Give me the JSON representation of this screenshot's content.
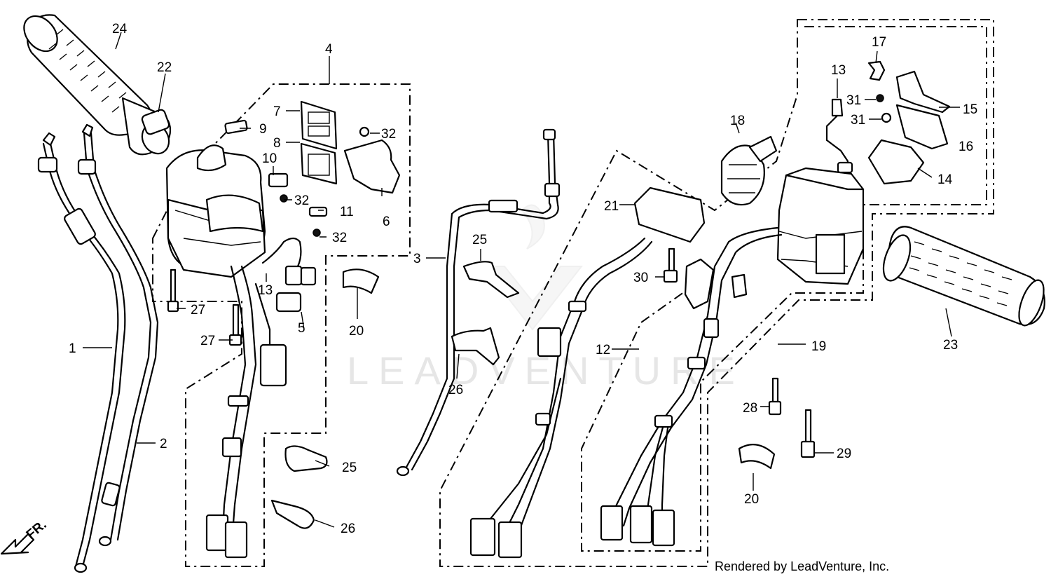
{
  "watermark": "LEADVENTURE",
  "credit": "Rendered by LeadVenture, Inc.",
  "front_indicator": "FR.",
  "callouts": {
    "c1": "1",
    "c2": "2",
    "c3": "3",
    "c4": "4",
    "c5": "5",
    "c6": "6",
    "c7": "7",
    "c8": "8",
    "c9": "9",
    "c10": "10",
    "c11": "11",
    "c12": "12",
    "c13a": "13",
    "c13b": "13",
    "c14": "14",
    "c15": "15",
    "c16": "16",
    "c17": "17",
    "c18": "18",
    "c19": "19",
    "c20a": "20",
    "c20b": "20",
    "c21": "21",
    "c22": "22",
    "c23": "23",
    "c24": "24",
    "c25a": "25",
    "c25b": "25",
    "c26a": "26",
    "c26b": "26",
    "c27a": "27",
    "c27b": "27",
    "c28": "28",
    "c29": "29",
    "c30": "30",
    "c31a": "31",
    "c31b": "31",
    "c32a": "32",
    "c32b": "32",
    "c32c": "32"
  }
}
